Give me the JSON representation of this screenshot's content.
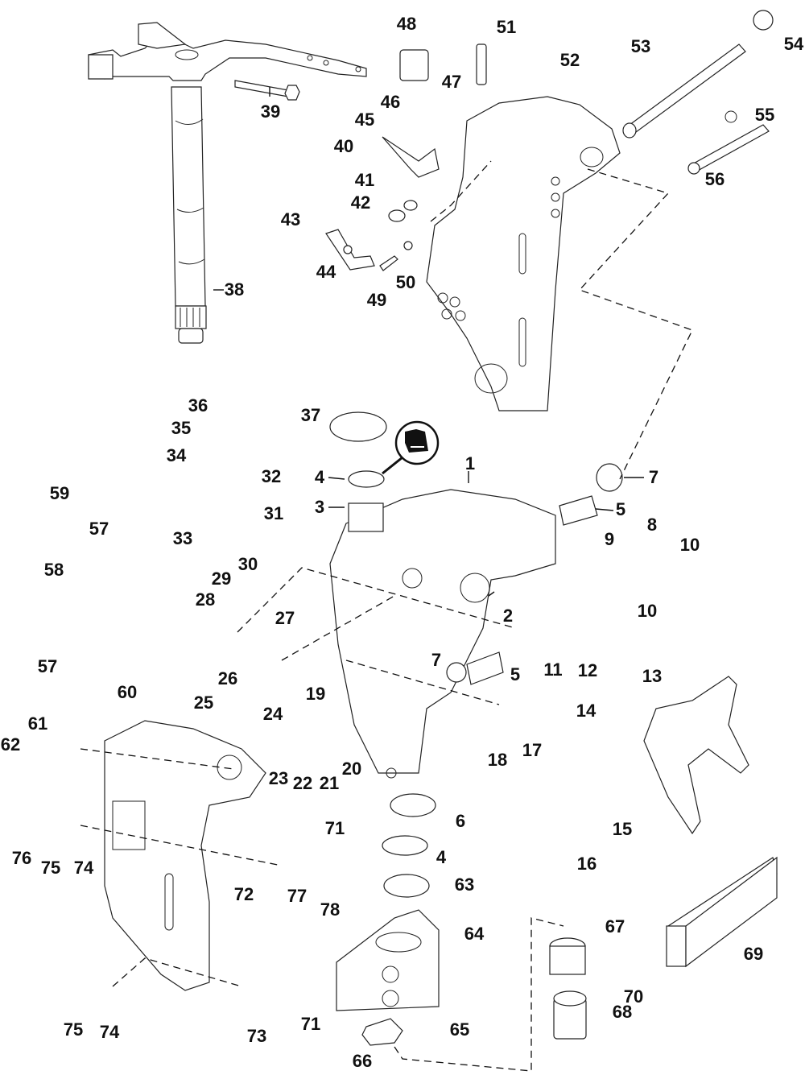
{
  "diagram": {
    "title": "Outboard swivel bracket / stern bracket exploded parts diagram",
    "lubricant_icon": "grease-tube-icon",
    "callouts": [
      {
        "id": "c1",
        "label": "1"
      },
      {
        "id": "c2",
        "label": "2"
      },
      {
        "id": "c3",
        "label": "3"
      },
      {
        "id": "c4a",
        "label": "4"
      },
      {
        "id": "c4b",
        "label": "4"
      },
      {
        "id": "c5a",
        "label": "5"
      },
      {
        "id": "c5b",
        "label": "5"
      },
      {
        "id": "c6",
        "label": "6"
      },
      {
        "id": "c7a",
        "label": "7"
      },
      {
        "id": "c7b",
        "label": "7"
      },
      {
        "id": "c8",
        "label": "8"
      },
      {
        "id": "c9",
        "label": "9"
      },
      {
        "id": "c10a",
        "label": "10"
      },
      {
        "id": "c10b",
        "label": "10"
      },
      {
        "id": "c11",
        "label": "11"
      },
      {
        "id": "c12",
        "label": "12"
      },
      {
        "id": "c13",
        "label": "13"
      },
      {
        "id": "c14",
        "label": "14"
      },
      {
        "id": "c15",
        "label": "15"
      },
      {
        "id": "c16",
        "label": "16"
      },
      {
        "id": "c17",
        "label": "17"
      },
      {
        "id": "c18",
        "label": "18"
      },
      {
        "id": "c19",
        "label": "19"
      },
      {
        "id": "c20",
        "label": "20"
      },
      {
        "id": "c21",
        "label": "21"
      },
      {
        "id": "c22",
        "label": "22"
      },
      {
        "id": "c23",
        "label": "23"
      },
      {
        "id": "c24",
        "label": "24"
      },
      {
        "id": "c25",
        "label": "25"
      },
      {
        "id": "c26",
        "label": "26"
      },
      {
        "id": "c27",
        "label": "27"
      },
      {
        "id": "c28",
        "label": "28"
      },
      {
        "id": "c29",
        "label": "29"
      },
      {
        "id": "c30",
        "label": "30"
      },
      {
        "id": "c31",
        "label": "31"
      },
      {
        "id": "c32",
        "label": "32"
      },
      {
        "id": "c33",
        "label": "33"
      },
      {
        "id": "c34",
        "label": "34"
      },
      {
        "id": "c35",
        "label": "35"
      },
      {
        "id": "c36",
        "label": "36"
      },
      {
        "id": "c37",
        "label": "37"
      },
      {
        "id": "c38",
        "label": "38"
      },
      {
        "id": "c39",
        "label": "39"
      },
      {
        "id": "c40",
        "label": "40"
      },
      {
        "id": "c41",
        "label": "41"
      },
      {
        "id": "c42",
        "label": "42"
      },
      {
        "id": "c43",
        "label": "43"
      },
      {
        "id": "c44",
        "label": "44"
      },
      {
        "id": "c45",
        "label": "45"
      },
      {
        "id": "c46",
        "label": "46"
      },
      {
        "id": "c47",
        "label": "47"
      },
      {
        "id": "c48",
        "label": "48"
      },
      {
        "id": "c49",
        "label": "49"
      },
      {
        "id": "c50",
        "label": "50"
      },
      {
        "id": "c51",
        "label": "51"
      },
      {
        "id": "c52",
        "label": "52"
      },
      {
        "id": "c53",
        "label": "53"
      },
      {
        "id": "c54",
        "label": "54"
      },
      {
        "id": "c55",
        "label": "55"
      },
      {
        "id": "c56",
        "label": "56"
      },
      {
        "id": "c57a",
        "label": "57"
      },
      {
        "id": "c57b",
        "label": "57"
      },
      {
        "id": "c58",
        "label": "58"
      },
      {
        "id": "c59",
        "label": "59"
      },
      {
        "id": "c60",
        "label": "60"
      },
      {
        "id": "c61",
        "label": "61"
      },
      {
        "id": "c62",
        "label": "62"
      },
      {
        "id": "c63",
        "label": "63"
      },
      {
        "id": "c64",
        "label": "64"
      },
      {
        "id": "c65",
        "label": "65"
      },
      {
        "id": "c66",
        "label": "66"
      },
      {
        "id": "c67",
        "label": "67"
      },
      {
        "id": "c68",
        "label": "68"
      },
      {
        "id": "c69",
        "label": "69"
      },
      {
        "id": "c70",
        "label": "70"
      },
      {
        "id": "c71a",
        "label": "71"
      },
      {
        "id": "c71b",
        "label": "71"
      },
      {
        "id": "c72",
        "label": "72"
      },
      {
        "id": "c73",
        "label": "73"
      },
      {
        "id": "c74a",
        "label": "74"
      },
      {
        "id": "c74b",
        "label": "74"
      },
      {
        "id": "c75a",
        "label": "75"
      },
      {
        "id": "c75b",
        "label": "75"
      },
      {
        "id": "c76",
        "label": "76"
      },
      {
        "id": "c77",
        "label": "77"
      },
      {
        "id": "c78",
        "label": "78"
      }
    ]
  }
}
